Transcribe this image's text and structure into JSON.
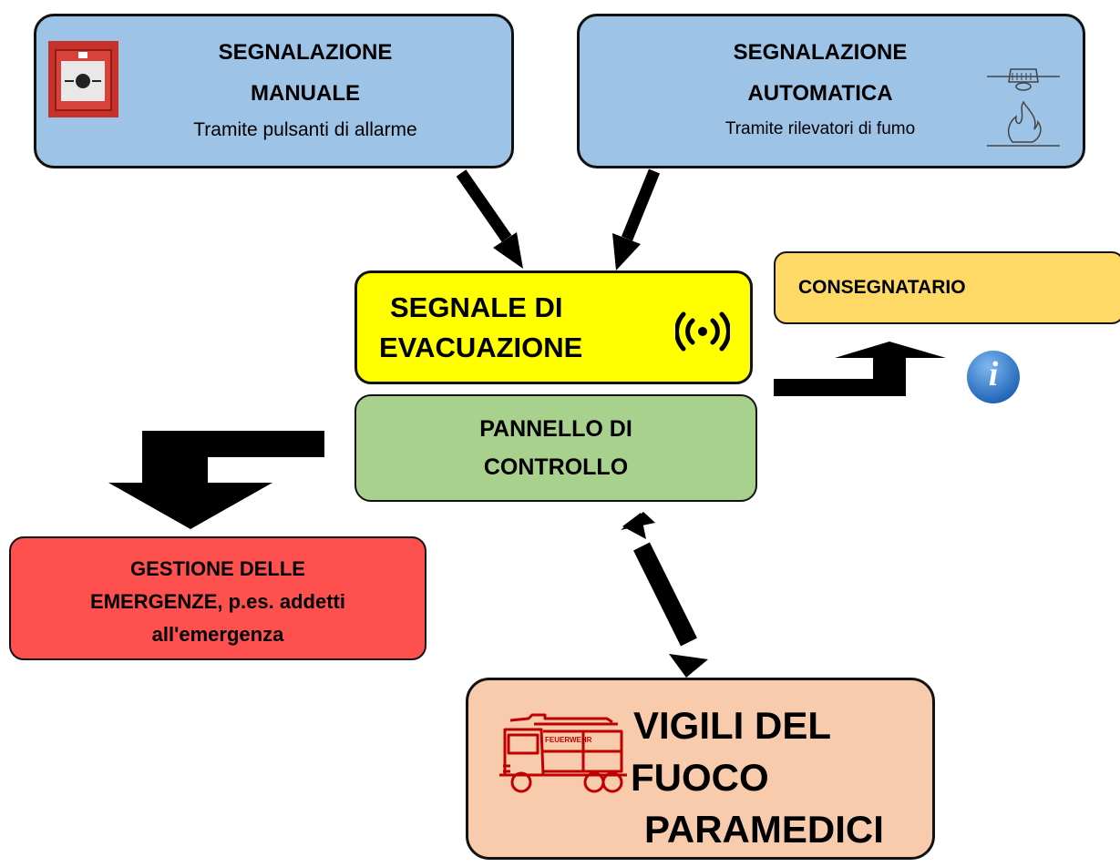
{
  "manual_box": {
    "title_line1": "SEGNALAZIONE",
    "title_line2": "MANUALE",
    "subtitle": "Tramite pulsanti di allarme",
    "color": "#9dc3e6",
    "icon": "fire-alarm-call-point-icon"
  },
  "automatic_box": {
    "title_line1": "SEGNALAZIONE",
    "title_line2": "AUTOMATICA",
    "subtitle": "Tramite rilevatori di fumo",
    "color": "#9dc3e6",
    "icon": "smoke-detector-icon"
  },
  "evacuation_box": {
    "line1": "SEGNALE DI",
    "line2": "EVACUAZIONE",
    "color": "#ffff00",
    "icon": "broadcast-signal-icon"
  },
  "control_panel_box": {
    "line1": "PANNELLO DI",
    "line2": "CONTROLLO",
    "color": "#a9d18e"
  },
  "consignee_box": {
    "label": "CONSEGNATARIO",
    "color": "#ffd966",
    "icon": "info-icon"
  },
  "emergency_box": {
    "line1": "GESTIONE DELLE",
    "line2": "EMERGENZE, p.es. addetti",
    "line3": "all'emergenza",
    "color": "#ff5050"
  },
  "firefighters_box": {
    "line1": "VIGILI DEL",
    "line2": "FUOCO",
    "line3": "PARAMEDICI",
    "color": "#f8cbad",
    "icon": "fire-truck-icon",
    "truck_label": "FEUERWEHR"
  },
  "info_glyph": "i"
}
